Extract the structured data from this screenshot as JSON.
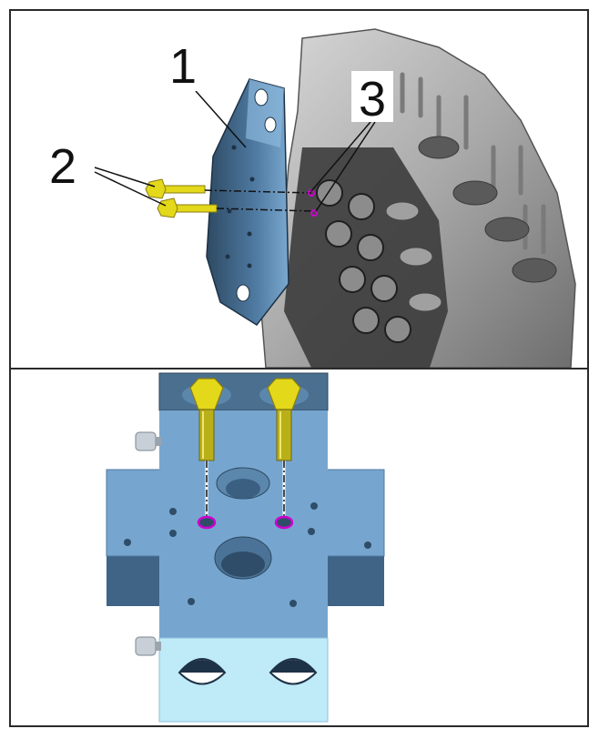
{
  "callouts": {
    "part_1": "1",
    "part_2": "2",
    "part_3": "3"
  },
  "colors": {
    "tool_plate": "#6f9ec6",
    "tool_plate_dark": "#3f6486",
    "tool_plate_light": "#cfeef8",
    "bolt": "#e3d81a",
    "bolt_dark": "#8a7d10",
    "hole_marker": "#d000d0",
    "cylinder_head": "#b9b9b9",
    "frame": "#2a2a2a"
  }
}
